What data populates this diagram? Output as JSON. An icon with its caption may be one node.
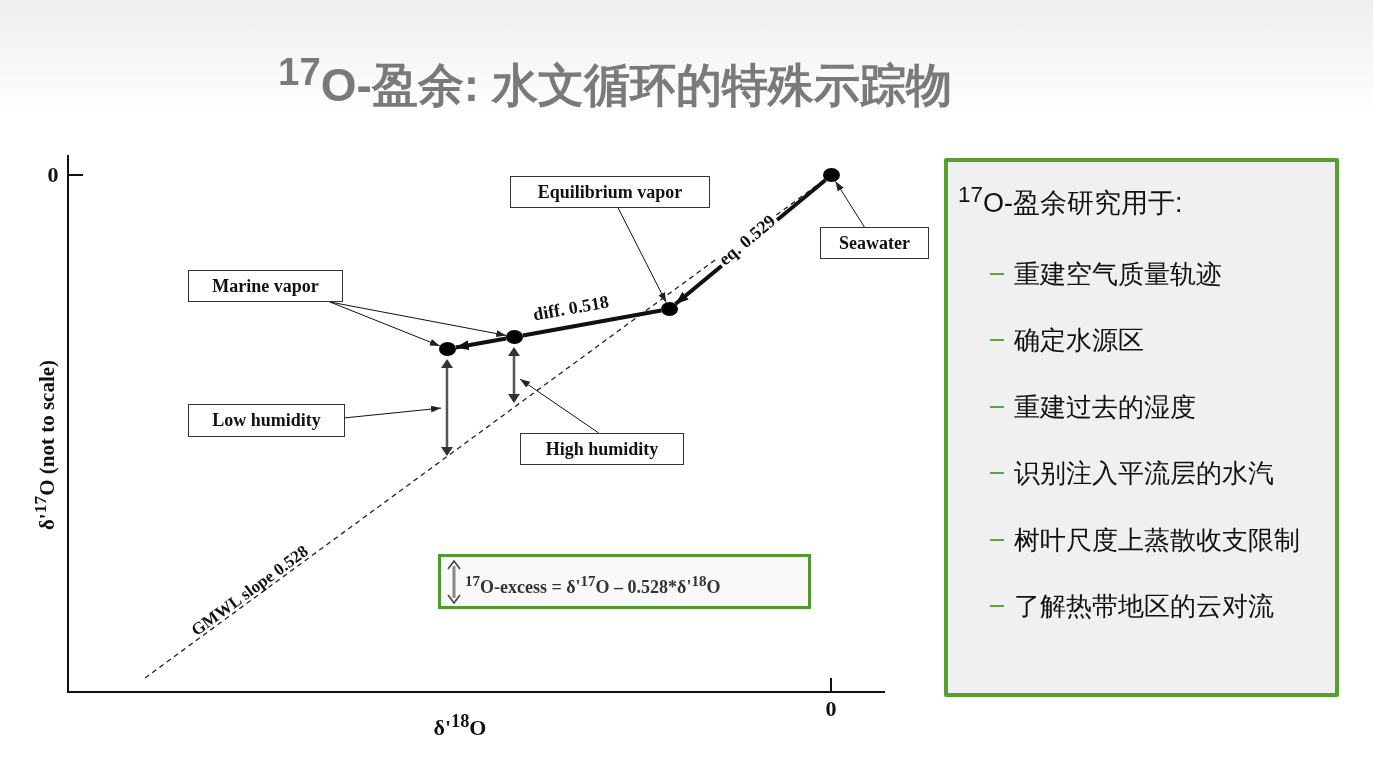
{
  "diagram": {
    "title": "$^{17}$O-盈余: 水文循环的特殊示踪物",
    "nodes": [
      {
        "text": [
          "Equilibrium vapor"
        ]
      },
      {
        "text": [
          "Seawater"
        ]
      },
      {
        "text": [
          "Marine vapor"
        ]
      },
      {
        "text": [
          "Low humidity"
        ]
      },
      {
        "text": [
          "High humidity"
        ]
      },
      {
        "text": [],
        "shape": "circle"
      },
      {
        "text": [],
        "shape": "circle"
      },
      {
        "text": [],
        "shape": "circle"
      },
      {
        "text": [],
        "shape": "circle"
      },
      {
        "text": [
          "$^{17}$O-excess = δ'$^{17}$O – 0.528*δ'$^{18}$O"
        ]
      },
      {
        "text": [
          "$^{17}$O-盈余研究用于:",
          "重建空气质量轨迹",
          "确定水源区",
          "重建过去的湿度",
          "识别注入平流层的水汽",
          "树叶尺度上蒸散收支限制",
          "了解热带地区的云对流"
        ]
      },
      {
        "text": [],
        "shape": "bar"
      },
      {
        "text": [],
        "shape": "bar"
      }
    ],
    "edges": [
      {
        "from": 8,
        "to": 7,
        "arrow": "to",
        "style": "thick",
        "label": "eq. 0.529"
      },
      {
        "from": 7,
        "to": 6,
        "arrow": "none",
        "style": "thick",
        "label": "diff. 0.518"
      },
      {
        "from": 6,
        "to": 5,
        "arrow": "to",
        "style": "thick"
      },
      {
        "from": 0,
        "to": 7,
        "arrow": "to"
      },
      {
        "from": 1,
        "to": 8,
        "arrow": "to"
      },
      {
        "from": 2,
        "to": 5,
        "arrow": "to"
      },
      {
        "from": 2,
        "to": 6,
        "arrow": "to"
      },
      {
        "from": 3,
        "to": 11,
        "arrow": "to"
      },
      {
        "from": 4,
        "to": 12,
        "arrow": "to"
      }
    ],
    "labels": [
      "0",
      "δ'$^{17}$O (not to scale)",
      "GMWL slope 0.528",
      "δ'$^{18}$O",
      "0"
    ]
  }
}
